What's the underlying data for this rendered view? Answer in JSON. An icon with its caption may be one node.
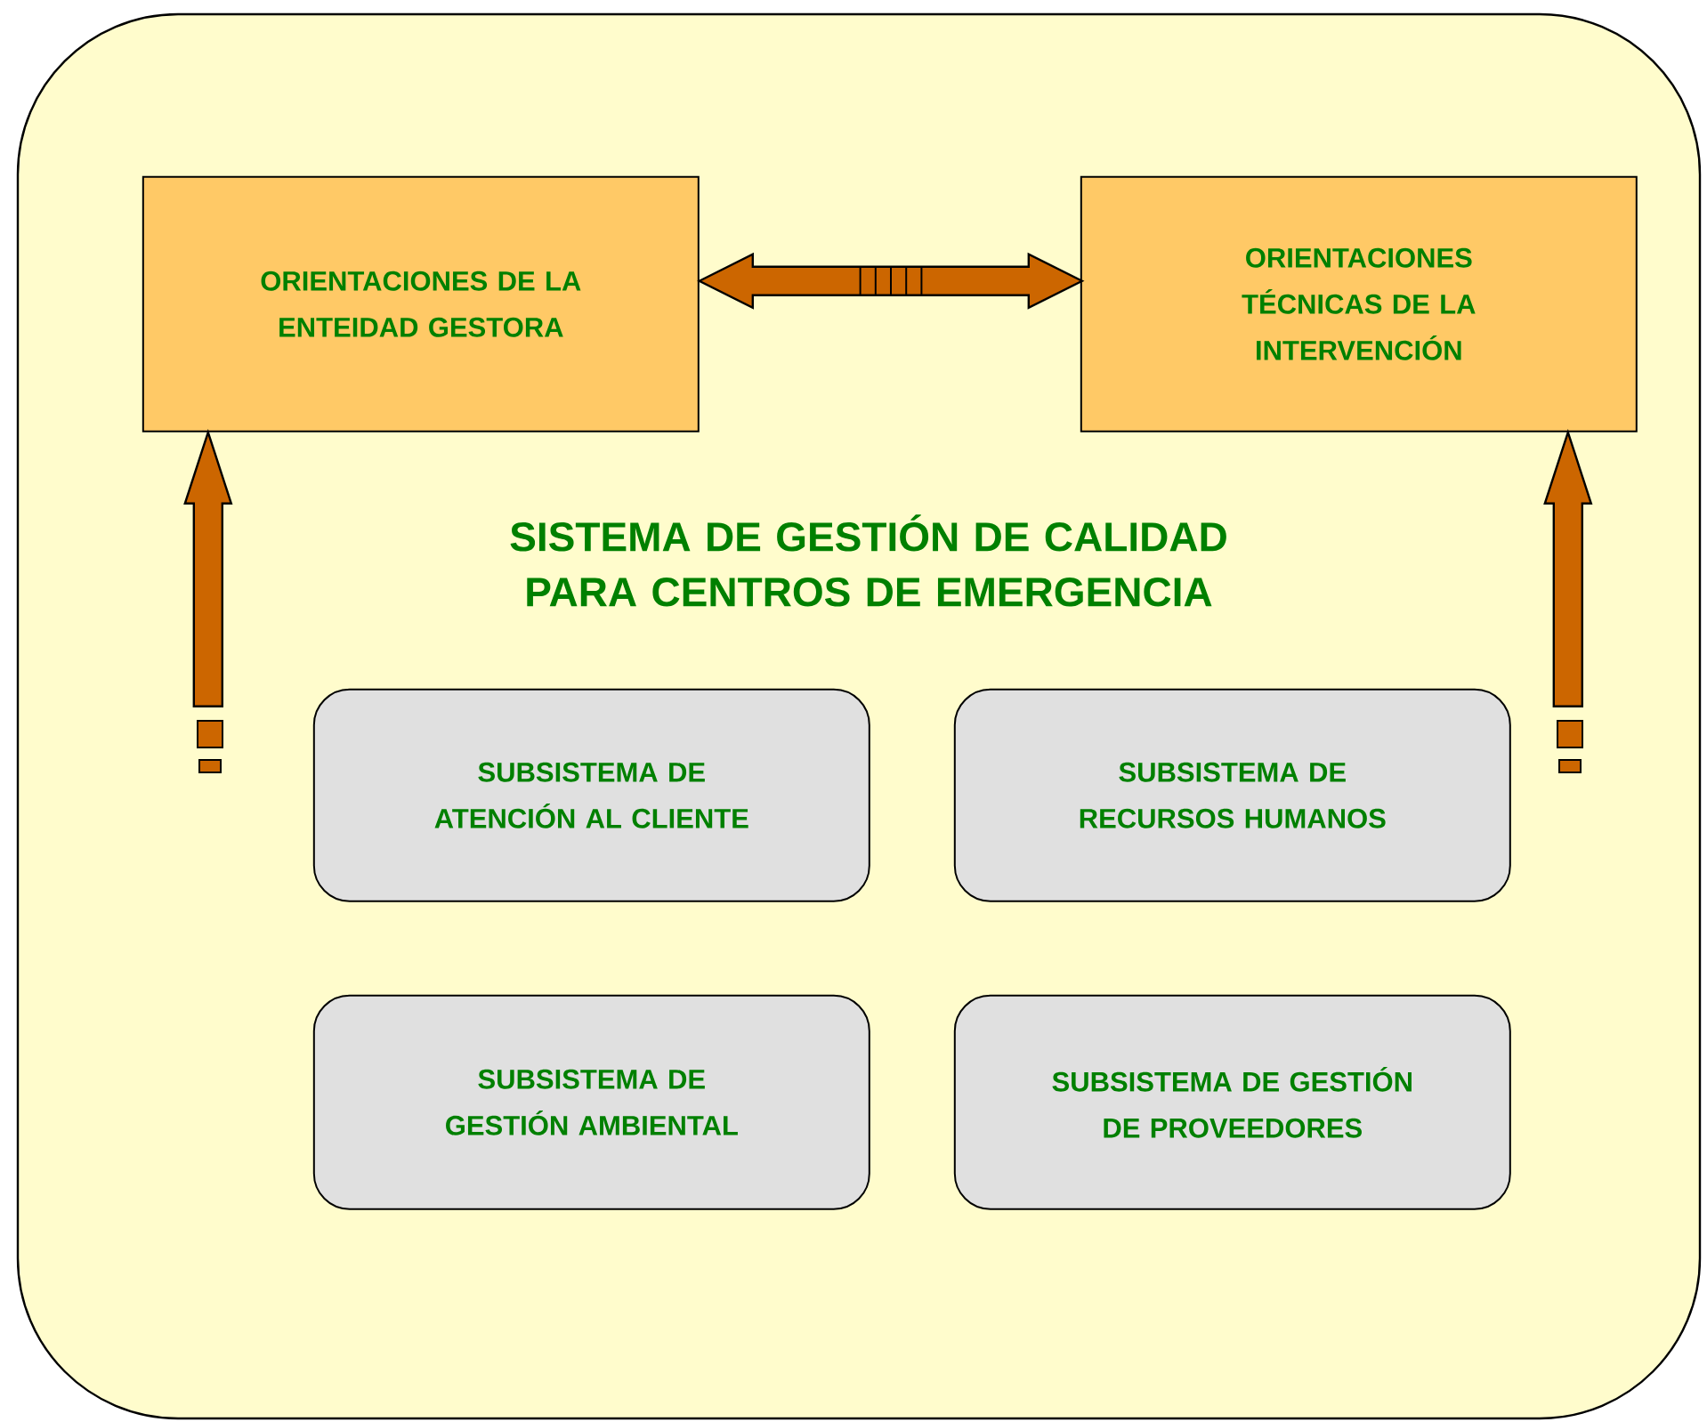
{
  "diagram": {
    "nodes": [
      {
        "text": [
          "SISTEMA DE GESTIÓN DE CALIDAD PARA CENTROS DE EMERGENCIA"
        ]
      },
      {
        "text": [
          "ORIENTACIONES DE LA ENTEIDAD GESTORA"
        ],
        "in": 0
      },
      {
        "text": [
          "ORIENTACIONES TÉCNICAS DE LA INTERVENCIÓN"
        ],
        "in": 0
      },
      {
        "text": [
          "SUBSISTEMA DE ATENCIÓN AL CLIENTE"
        ],
        "in": 0
      },
      {
        "text": [
          "SUBSISTEMA DE RECURSOS HUMANOS"
        ],
        "in": 0
      },
      {
        "text": [
          "SUBSISTEMA DE  GESTIÓN AMBIENTAL"
        ],
        "in": 0
      },
      {
        "text": [
          "SUBSISTEMA DE  GESTIÓN DE PROVEEDORES"
        ],
        "in": 0
      }
    ],
    "edges": [
      {
        "from": 1,
        "to": 2,
        "arrow": "both"
      },
      {
        "from": null,
        "to": 1,
        "arrow": "to"
      },
      {
        "from": null,
        "to": 2,
        "arrow": "to"
      }
    ]
  }
}
